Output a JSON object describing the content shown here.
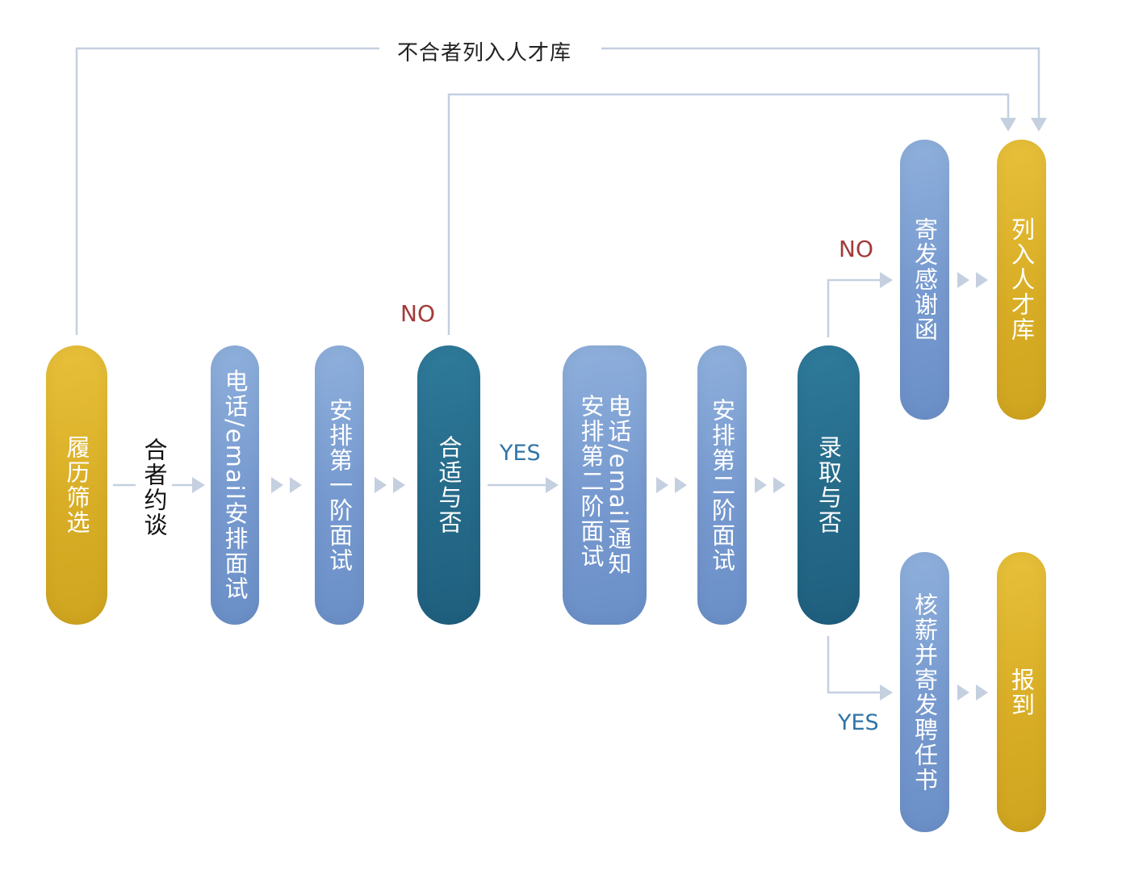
{
  "colors": {
    "yellow": "#dcb22a",
    "blue": "#7699cf",
    "teal": "#256a89",
    "line": "#c4d0e0",
    "no_label": "#a23a3a",
    "yes_label": "#2f74a8"
  },
  "nodes": {
    "resume_screening": "履历筛选",
    "phone_schedule": "电话/email安排面试",
    "first_interview": "安排第一阶面试",
    "fit_decision": "合适与否",
    "second_notice": "电话/email通知\n安排第二阶面试",
    "second_interview": "安排第二阶面试",
    "hire_decision": "录取与否",
    "thank_you_letter": "寄发感谢函",
    "talent_pool": "列入人才库",
    "salary_offer": "核薪并寄发聘任书",
    "report_duty": "报到"
  },
  "labels": {
    "top_loop": "不合者列入人才库",
    "qualified_interview": "合者约谈",
    "fit_no": "NO",
    "fit_yes": "YES",
    "hire_no": "NO",
    "hire_yes": "YES"
  }
}
